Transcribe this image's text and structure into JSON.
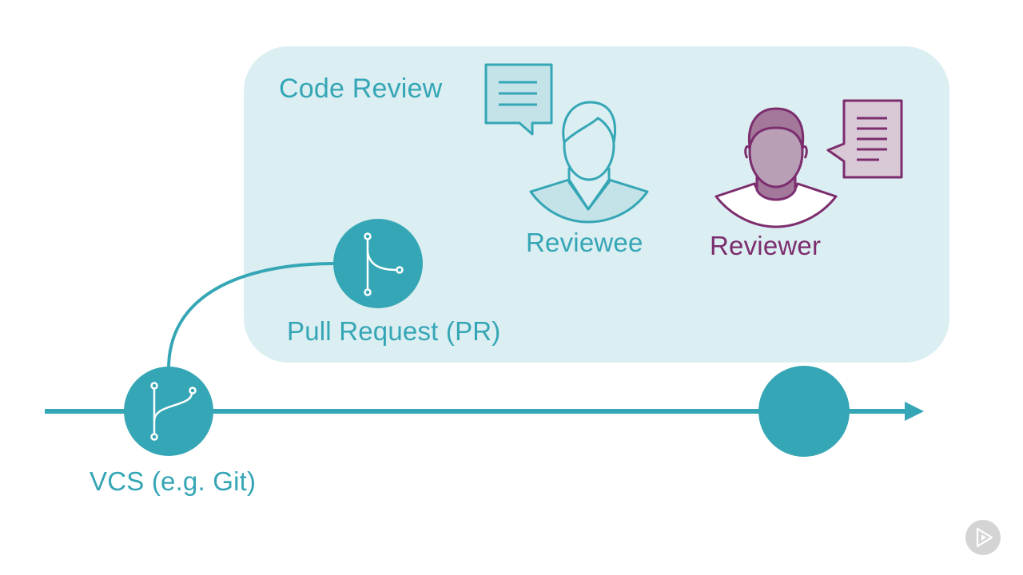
{
  "diagram": {
    "title": "Code Review",
    "reviewee_label": "Reviewee",
    "reviewer_label": "Reviewer",
    "pull_request_label": "Pull Request (PR)",
    "vcs_label": "VCS (e.g. Git)"
  },
  "icons": {
    "vcs_node": "git-branch-icon",
    "pr_node": "pull-request-icon",
    "reviewee": "person-icon",
    "reviewer": "person-icon",
    "reviewee_speech": "speech-bubble-icon",
    "reviewer_speech": "document-comment-icon",
    "badge": "play-icon"
  },
  "colors": {
    "teal": "#35a6b5",
    "purple": "#7c2d6e",
    "panel": "#dbeef2",
    "badge": "#d4d4d4"
  }
}
